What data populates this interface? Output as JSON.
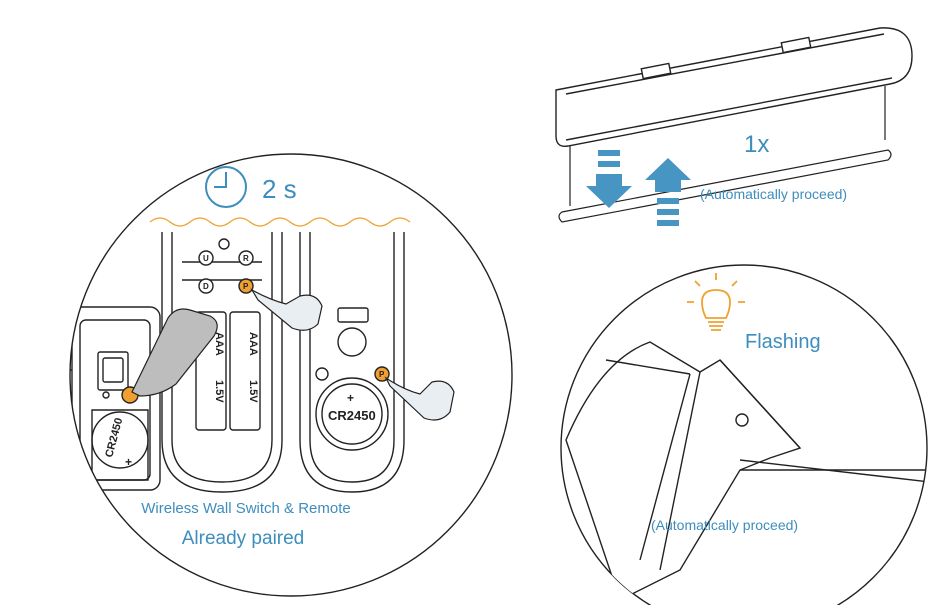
{
  "colors": {
    "accent_blue": "#3d8dbd",
    "arrow_blue": "#4795c3",
    "highlight_orange": "#f0a030",
    "line_dark": "#222222",
    "hand_gray": "#bdbdbd",
    "hand_light": "#e8eef1"
  },
  "left_panel": {
    "timer_icon": "clock-icon",
    "timer_label": "2 s",
    "wall_switch_buttons": {
      "up": "U",
      "down": "D",
      "reset": "R",
      "pair": "P"
    },
    "battery_label_1": "AAA",
    "battery_voltage_1": "1.5V",
    "battery_label_2": "AAA",
    "battery_voltage_2": "1.5V",
    "remote_button": "P",
    "coin_cell_label": "CR2450",
    "coin_cell_sign": "+",
    "remote_coin_label": "CR2450",
    "caption_device": "Wireless Wall Switch & Remote",
    "caption_status": "Already paired"
  },
  "top_right": {
    "count_label": "1x",
    "proceed_label": "(Automatically proceed)"
  },
  "bottom_right": {
    "indicator_icon": "lightbulb-icon",
    "indicator_label": "Flashing",
    "proceed_label": "(Automatically proceed)"
  }
}
